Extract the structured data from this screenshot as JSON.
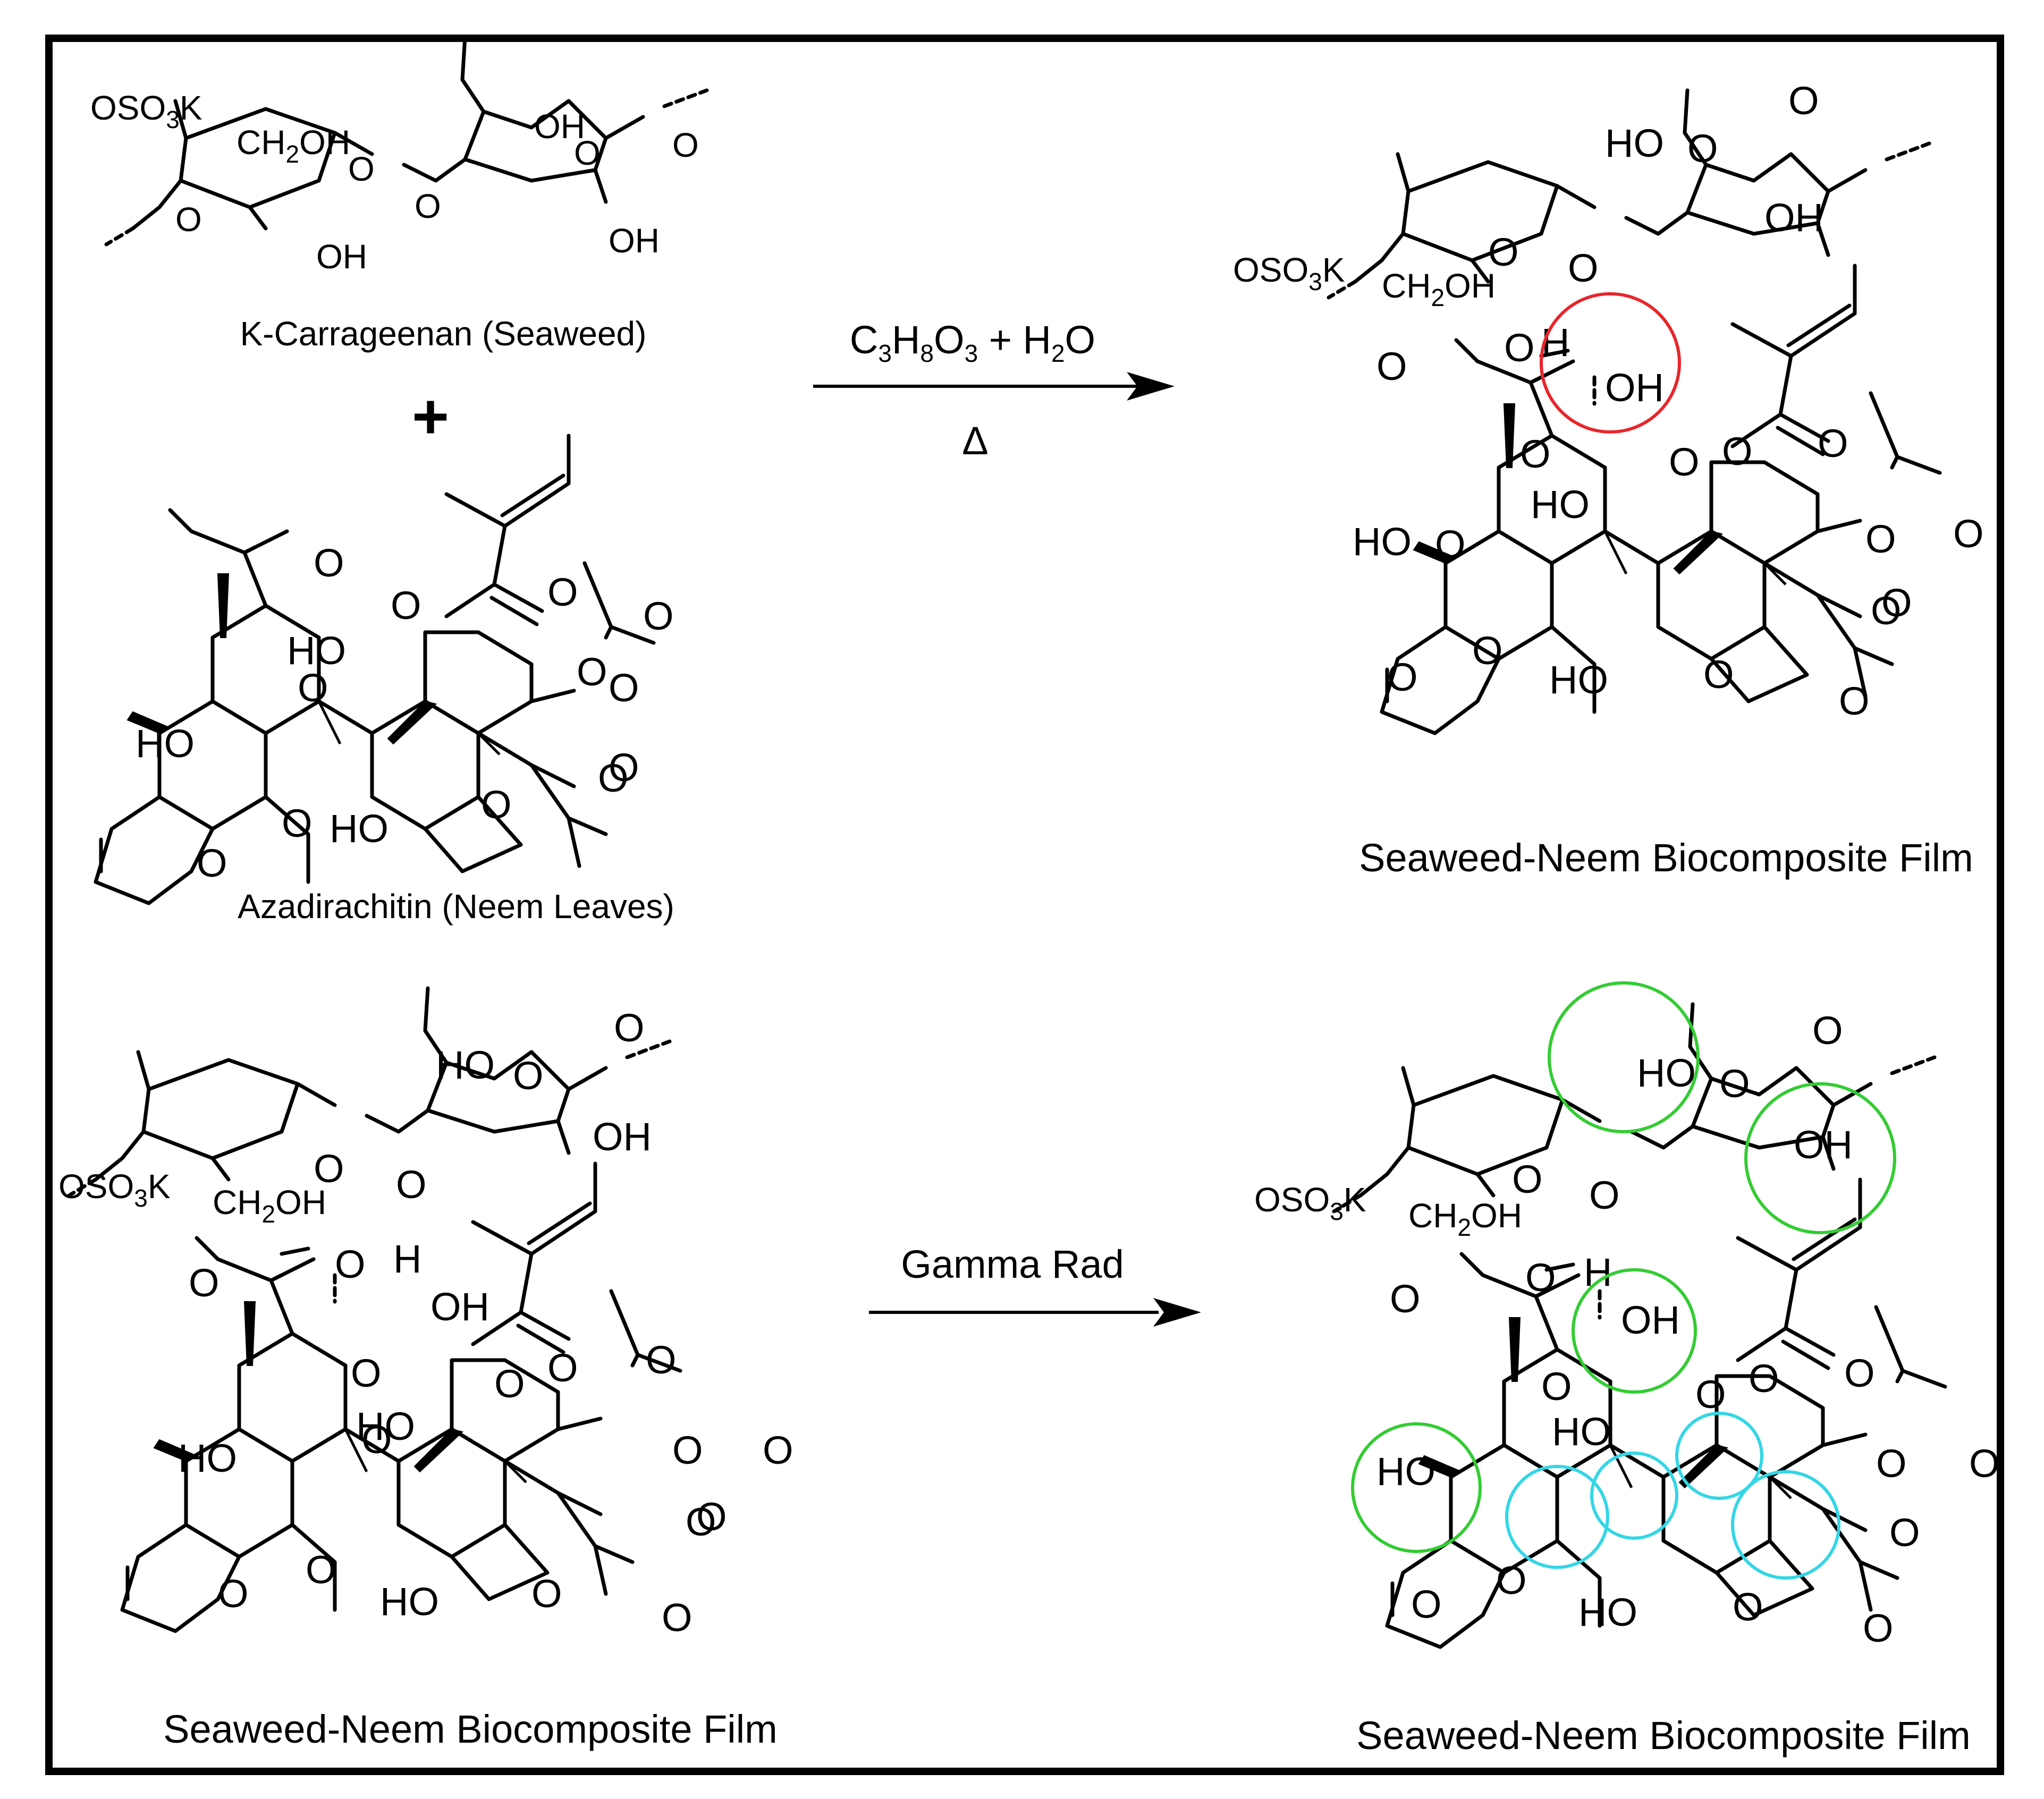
{
  "labels": {
    "carrageenan": "K-Carrageenan (Seaweed)",
    "azadirachtin": "Azadirachitin (Neem Leaves)",
    "plus": "+",
    "reagent_top": "C3H8O3 + H2O",
    "reagent_heat": "Δ",
    "reagent_bottom": "Gamma Rad",
    "film_top_right": "Seaweed-Neem Biocomposite Film",
    "film_bottom_left": "Seaweed-Neem Biocomposite Film",
    "film_bottom_right": "Seaweed-Neem Biocomposite Film"
  },
  "atoms": {
    "oso3k": "OSO3K",
    "ch2oh": "CH2OH",
    "oh": "OH",
    "ho": "HO",
    "o": "O",
    "h": "H"
  },
  "highlight_colors": {
    "hydrogen_bond": "#e8262b",
    "radiation_site_green": "#33cc33",
    "radiation_site_cyan": "#33d6e6"
  }
}
